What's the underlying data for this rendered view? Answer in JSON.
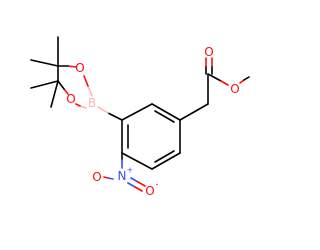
{
  "structure": {
    "atoms": {
      "boron": "B",
      "ring_oxygen_top": "O",
      "ring_oxygen_bottom": "O",
      "nitro_nitrogen": "N",
      "nitro_charge_positive": "+",
      "nitro_oxygen_right": "O",
      "nitro_charge_negative": "-",
      "nitro_oxygen_left": "O",
      "carbonyl_oxygen": "O",
      "ester_oxygen": "O"
    },
    "colors": {
      "carbon_bond": "#000000",
      "oxygen": "#ff0d0d",
      "nitrogen": "#3050f8",
      "boron": "#ffb5b5"
    }
  }
}
